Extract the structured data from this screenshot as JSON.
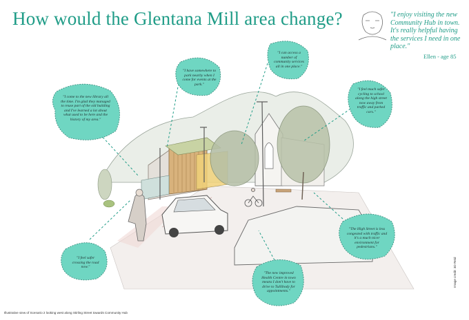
{
  "title": "How would the Glentana Mill area change?",
  "quote": {
    "text": "\"I enjoy visiting the new Community Hub in town. It's really helpful having the services I need in one place.\"",
    "author": "Ellen - age 85"
  },
  "colors": {
    "accent": "#1f9c87",
    "bubble": "#6fd6c2",
    "bubble_stroke": "#3d8f80"
  },
  "bubbles": [
    {
      "id": "library",
      "text": "\"I come to the new library all the time. I'm glad they managed to reuse part of the old building and I've learned a lot about what used to be here and the history of my area.\""
    },
    {
      "id": "park",
      "text": "\"I have somewhere to park nearby when I come for events at the park.\""
    },
    {
      "id": "services",
      "text": "\"I can access a number of community services all in one place.\""
    },
    {
      "id": "cycling",
      "text": "\"I feel much safer cycling to school along the high street now away from traffic and parked cars.\""
    },
    {
      "id": "highstreet",
      "text": "\"The High Street is less congested with traffic and it's a much nicer environment for pedestrians.\""
    },
    {
      "id": "health",
      "text": "\"The new improved Health Centre in town means I don't have to drive to Tullibody for appointments.\""
    },
    {
      "id": "crossing",
      "text": "\"I feel safer crossing the road now.\""
    }
  ],
  "caption": "Illustrative view of Scenario 2 looking west along Stirling Street towards Community Hub",
  "credit": "Image credit: 3D Reid"
}
